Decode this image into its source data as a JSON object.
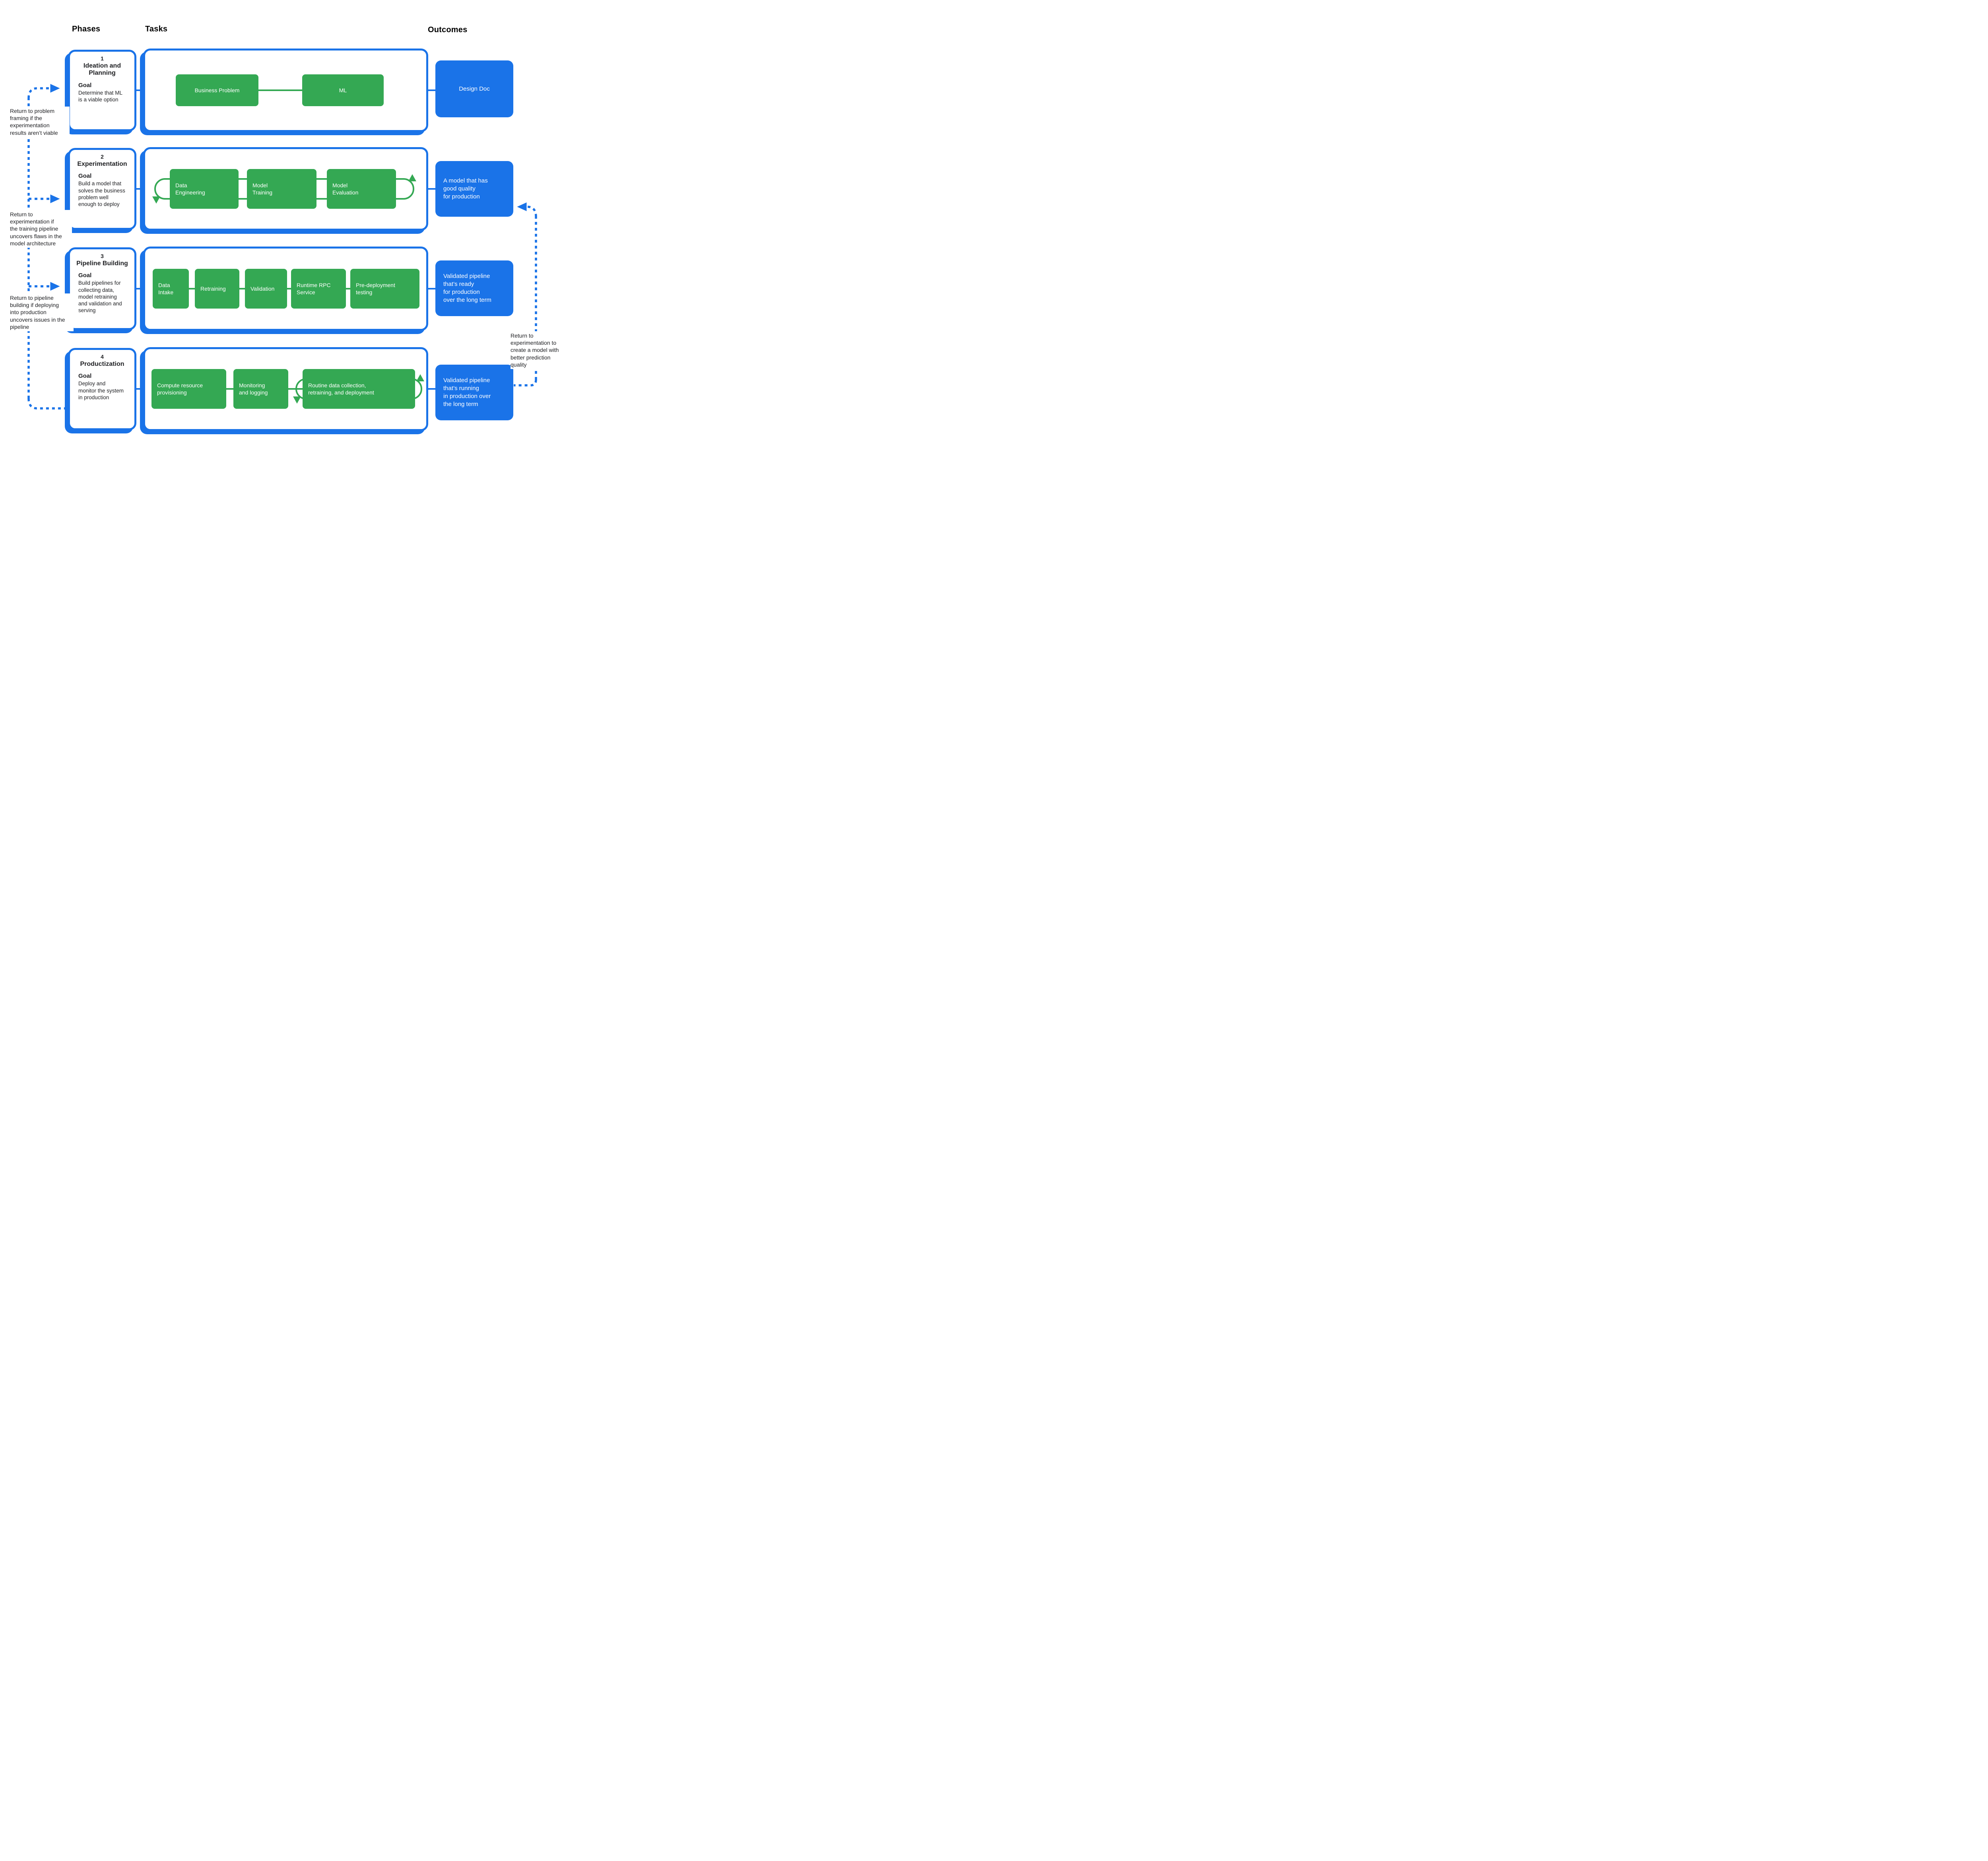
{
  "colors": {
    "blue": "#1a73e8",
    "green": "#34a853",
    "text": "#202124",
    "white": "#ffffff"
  },
  "headers": {
    "phases": "Phases",
    "tasks": "Tasks",
    "outcomes": "Outcomes"
  },
  "phases": [
    {
      "number": "1",
      "title": "Ideation and\nPlanning",
      "goal_label": "Goal",
      "goal": "Determine that ML\nis a viable option"
    },
    {
      "number": "2",
      "title": "Experimentation",
      "goal_label": "Goal",
      "goal": "Build a model that\nsolves the business\nproblem well\nenough to deploy"
    },
    {
      "number": "3",
      "title": "Pipeline Building",
      "goal_label": "Goal",
      "goal": "Build pipelines for\ncollecting data,\nmodel retraining\nand validation and\nserving"
    },
    {
      "number": "4",
      "title": "Productization",
      "goal_label": "Goal",
      "goal": "Deploy and\nmonitor the system\nin production"
    }
  ],
  "tasks": {
    "rows": [
      {
        "items": [
          {
            "label": "Business Problem"
          },
          {
            "label": "ML"
          }
        ]
      },
      {
        "items": [
          {
            "label": "Data\nEngineering"
          },
          {
            "label": "Model\nTraining"
          },
          {
            "label": "Model\nEvaluation"
          }
        ]
      },
      {
        "items": [
          {
            "label": "Data\nIntake"
          },
          {
            "label": "Retraining"
          },
          {
            "label": "Validation"
          },
          {
            "label": "Runtime RPC\nService"
          },
          {
            "label": "Pre-deployment\ntesting"
          }
        ]
      },
      {
        "items": [
          {
            "label": "Compute resource\nprovisioning"
          },
          {
            "label": "Monitoring\nand logging"
          },
          {
            "label": "Routine data collection,\nretraining, and deployment"
          }
        ]
      }
    ]
  },
  "outcomes": [
    {
      "label": "Design Doc"
    },
    {
      "label": "A model that has\ngood quality\nfor production"
    },
    {
      "label": "Validated pipeline\nthat’s ready\nfor production\nover the long term"
    },
    {
      "label": "Validated pipeline\nthat’s running\nin production over\nthe long term"
    }
  ],
  "feedback": {
    "to_problem_framing": "Return to problem\nframing if the\nexperimentation\nresults aren’t viable",
    "to_experimentation": "Return to\nexperimentation if\nthe training pipeline\nuncovers flaws in the\nmodel architecture",
    "to_pipeline_building": "Return to pipeline\nbuilding if deploying\ninto production\nuncovers issues in the\npipeline",
    "to_better_model": "Return to\nexperimentation to\ncreate a model with\nbetter prediction\nquality"
  }
}
